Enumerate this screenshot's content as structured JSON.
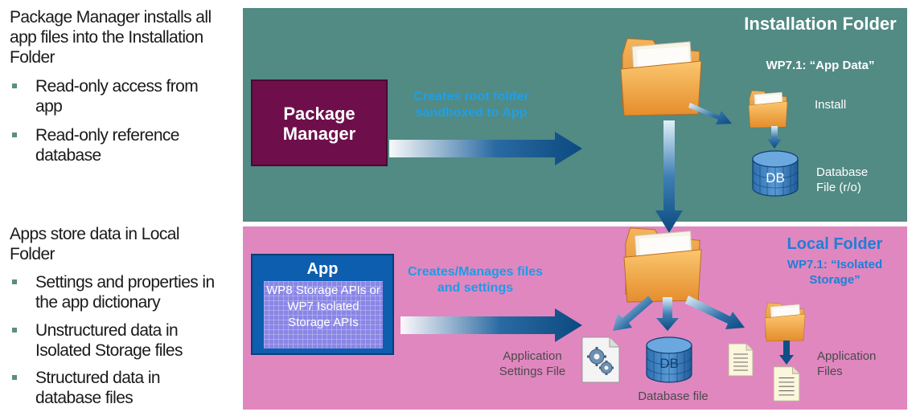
{
  "left": {
    "section1": {
      "heading": "Package Manager installs all app files into the Installation Folder",
      "bullets": [
        "Read-only access from app",
        "Read-only reference database"
      ]
    },
    "section2": {
      "heading": "Apps store data in Local Folder",
      "bullets": [
        "Settings and properties in the app dictionary",
        "Unstructured data in Isolated Storage files",
        "Structured data in database files"
      ]
    }
  },
  "top_panel": {
    "title": "Installation Folder",
    "subtitle": "WP7.1: “App Data”",
    "package_manager": "Package Manager",
    "arrow_label": "Creates root folder sandboxed to App",
    "install_label": "Install",
    "db_label": "DB",
    "db_file_label": "Database File (r/o)"
  },
  "bottom_panel": {
    "title": "Local Folder",
    "subtitle": "WP7.1: “Isolated Storage”",
    "app_title": "App",
    "app_apis": "WP8 Storage APIs or WP7 Isolated Storage APIs",
    "arrow_label": "Creates/Manages files and settings",
    "settings_label": "Application Settings File",
    "db_label": "DB",
    "db_file_label": "Database file",
    "app_files_label": "Application Files"
  },
  "colors": {
    "teal_panel": "#528a84",
    "pink_panel": "#e087c0",
    "package_manager": "#6e0f4c",
    "app_box": "#0d5eae",
    "accent_blue": "#1ea0e8",
    "arrow_dark": "#0d4f86",
    "folder_orange": "#f0a040"
  },
  "icons": [
    "folder-icon",
    "database-icon",
    "gear-document-icon",
    "text-document-icon"
  ]
}
